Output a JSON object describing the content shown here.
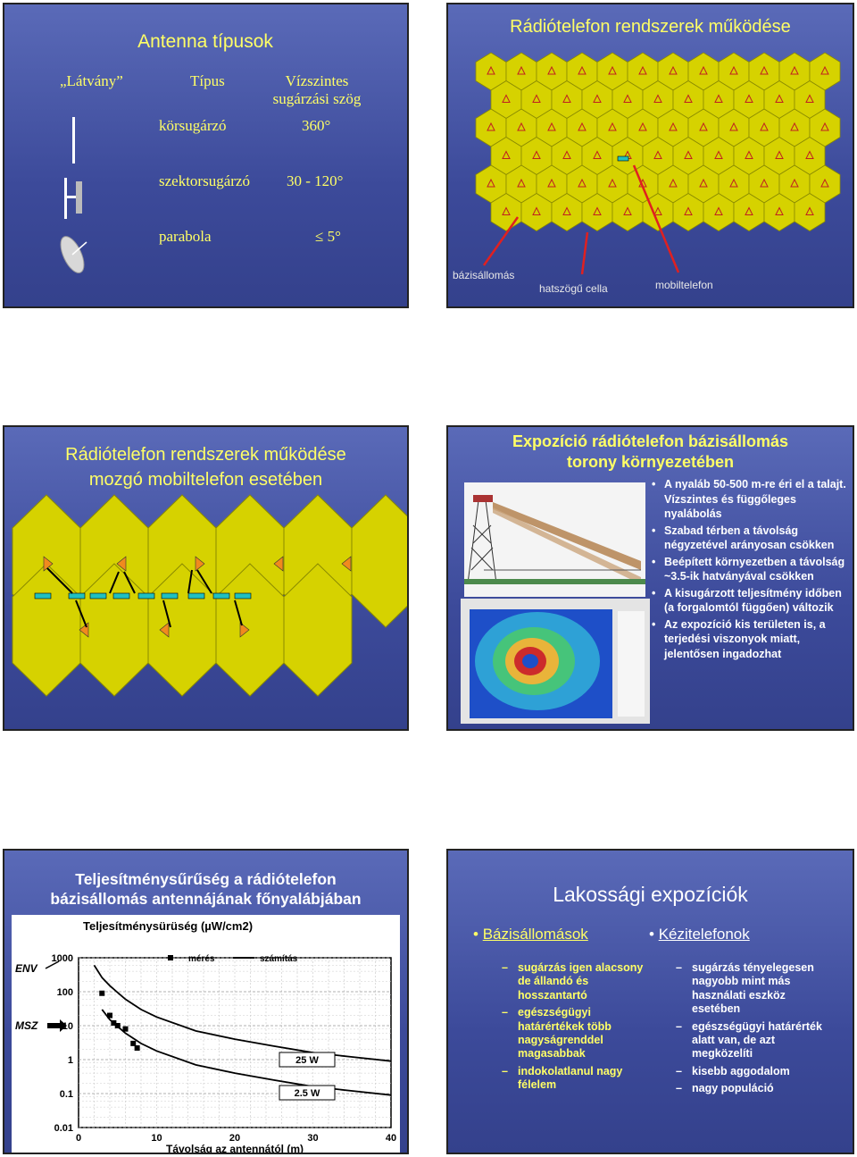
{
  "s1": {
    "title": "Antenna típusok",
    "headers": [
      "„Látvány”",
      "Típus",
      "Vízszintes sugárzási szög"
    ],
    "rows": [
      {
        "type": "körsugárzó",
        "angle": "360°"
      },
      {
        "type": "szektorsugárzó",
        "angle": "30 - 120°"
      },
      {
        "type": "parabola",
        "angle": "≤ 5°"
      }
    ]
  },
  "s2": {
    "title": "Rádiótelefon rendszerek működése",
    "labels": {
      "base": "bázisállomás",
      "cell": "hatszögű cella",
      "phone": "mobiltelefon"
    }
  },
  "s3": {
    "title_line1": "Rádiótelefon rendszerek működése",
    "title_line2": "mozgó mobiltelefon esetében"
  },
  "s4": {
    "title_line1": "Expozíció rádiótelefon bázisállomás",
    "title_line2": "torony környezetében",
    "bullets": [
      "A nyaláb 50-500 m-re éri el a talajt. Vízszintes és függőleges nyalábolás",
      "Szabad térben a távolság négyzetével arányosan csökken",
      "Beépített környezetben a távolság ~3.5-ik hatványával csökken",
      "A kisugárzott teljesítmény időben (a forgalomtól függően) változik",
      "Az expozíció kis területen is, a terjedési viszonyok miatt, jelentősen ingadozhat"
    ]
  },
  "s5": {
    "title_line1": "Teljesítménysűrűség a rádiótelefon",
    "title_line2": "bázisállomás  antennájának főnyalábjában",
    "chart_title": "Teljesítménysürüség (µW/cm2)",
    "env": "ENV",
    "msz": "MSZ",
    "legend_meres": "mérés",
    "legend_szamitas": "számítás",
    "label_25w": "25 W",
    "label_2_5w": "2.5 W",
    "xlabel": "Távolság az antennától (m)",
    "y_ticks": [
      "1000",
      "100",
      "10",
      "1",
      "0.1",
      "0.01"
    ],
    "x_ticks": [
      "0",
      "10",
      "20",
      "30",
      "40"
    ]
  },
  "chart_data": {
    "type": "line",
    "title": "Teljesítménysürüség (µW/cm2)",
    "xlabel": "Távolság az antennától (m)",
    "ylabel": "Teljesítménysürüség (µW/cm2)",
    "xlim": [
      0,
      40
    ],
    "ylim": [
      0.01,
      1000
    ],
    "y_scale": "log",
    "series": [
      {
        "name": "mérés",
        "kind": "points",
        "x": [
          3,
          4,
          4.5,
          5,
          6,
          7,
          7.5
        ],
        "y": [
          90,
          20,
          12,
          10,
          8,
          3,
          2.2
        ]
      },
      {
        "name": "számítás",
        "kind": "line",
        "label": "25 W",
        "x": [
          2,
          3,
          4,
          6,
          8,
          10,
          15,
          20,
          25,
          30,
          35,
          40
        ],
        "y": [
          600,
          260,
          150,
          60,
          30,
          18,
          7,
          4,
          2.5,
          1.6,
          1.2,
          0.9
        ]
      },
      {
        "name": "számítás",
        "kind": "line",
        "label": "2.5 W",
        "x": [
          3,
          4,
          6,
          8,
          10,
          15,
          20,
          25,
          30,
          35,
          40
        ],
        "y": [
          30,
          15,
          6,
          3,
          1.8,
          0.7,
          0.4,
          0.25,
          0.16,
          0.12,
          0.09
        ]
      }
    ]
  },
  "s6": {
    "title": "Lakossági expozíciók",
    "col1_head": "Bázisállomások",
    "col2_head": "Kézitelefonok",
    "col1_items": [
      "sugárzás igen alacsony de állandó és hosszantartó",
      "egészségügyi határértékek több nagyságrenddel magasabbak",
      "indokolatlanul nagy félelem"
    ],
    "col2_items": [
      "sugárzás tényelegesen nagyobb mint más használati eszköz esetében",
      "egészségügyi határérték alatt van, de azt megközelíti",
      "kisebb aggodalom",
      "nagy populáció"
    ]
  }
}
